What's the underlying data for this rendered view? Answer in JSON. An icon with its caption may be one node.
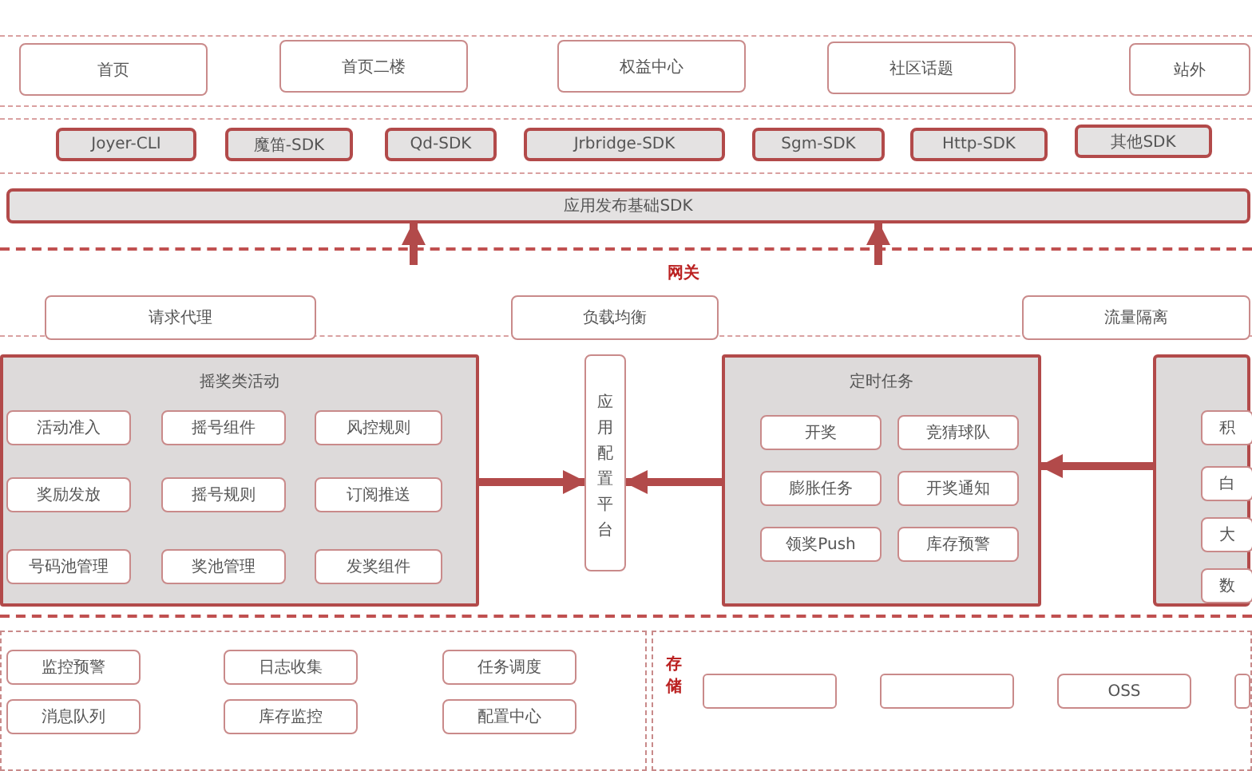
{
  "diagram": {
    "nodes": [
      {
        "text": [
          "首页"
        ]
      },
      {
        "text": [
          "首页二楼"
        ]
      },
      {
        "text": [
          "权益中心"
        ]
      },
      {
        "text": [
          "社区话题"
        ]
      },
      {
        "text": [
          "站外"
        ]
      },
      {
        "text": [
          "Joyer-CLI"
        ]
      },
      {
        "text": [
          "魔笛-SDK"
        ]
      },
      {
        "text": [
          "Qd-SDK"
        ]
      },
      {
        "text": [
          "Jrbridge-SDK"
        ]
      },
      {
        "text": [
          "Sgm-SDK"
        ]
      },
      {
        "text": [
          "Http-SDK"
        ]
      },
      {
        "text": [
          "其他SDK"
        ]
      },
      {
        "text": [
          "应用发布基础SDK"
        ]
      },
      {
        "text": [
          "请求代理"
        ]
      },
      {
        "text": [
          "负载均衡"
        ]
      },
      {
        "text": [
          "流量隔离"
        ]
      },
      {
        "text": [
          "摇奖类活动"
        ]
      },
      {
        "text": [
          "活动准入"
        ],
        "in": 16
      },
      {
        "text": [
          "摇号组件"
        ],
        "in": 16
      },
      {
        "text": [
          "风控规则"
        ],
        "in": 16
      },
      {
        "text": [
          "奖励发放"
        ],
        "in": 16
      },
      {
        "text": [
          "摇号规则"
        ],
        "in": 16
      },
      {
        "text": [
          "订阅推送"
        ],
        "in": 16
      },
      {
        "text": [
          "号码池管理"
        ],
        "in": 16
      },
      {
        "text": [
          "奖池管理"
        ],
        "in": 16
      },
      {
        "text": [
          "发奖组件"
        ],
        "in": 16
      },
      {
        "text": [
          "应用配置平台"
        ]
      },
      {
        "text": [
          "定时任务"
        ]
      },
      {
        "text": [
          "开奖"
        ],
        "in": 27
      },
      {
        "text": [
          "竞猜球队"
        ],
        "in": 27
      },
      {
        "text": [
          "膨胀任务"
        ],
        "in": 27
      },
      {
        "text": [
          "开奖通知"
        ],
        "in": 27
      },
      {
        "text": [
          "领奖Push"
        ],
        "in": 27
      },
      {
        "text": [
          "库存预警"
        ],
        "in": 27
      },
      {
        "text": [],
        "shape": "box"
      },
      {
        "text": [
          "积"
        ],
        "in": 34
      },
      {
        "text": [
          "白"
        ],
        "in": 34
      },
      {
        "text": [
          "大"
        ],
        "in": 34
      },
      {
        "text": [
          "数"
        ],
        "in": 34
      },
      {
        "text": [
          "监控预警"
        ]
      },
      {
        "text": [
          "日志收集"
        ]
      },
      {
        "text": [
          "任务调度"
        ]
      },
      {
        "text": [
          "消息队列"
        ]
      },
      {
        "text": [
          "库存监控"
        ]
      },
      {
        "text": [
          "配置中心"
        ]
      },
      {
        "text": [],
        "shape": "box"
      },
      {
        "text": [],
        "shape": "box"
      },
      {
        "text": [
          "OSS"
        ]
      },
      {
        "text": [],
        "shape": "box"
      }
    ],
    "edges": [
      {
        "from": null,
        "to": 12,
        "arrow": "to"
      },
      {
        "from": null,
        "to": 12,
        "arrow": "to"
      },
      {
        "from": 16,
        "to": 26,
        "arrow": "to"
      },
      {
        "from": 27,
        "to": 26,
        "arrow": "to"
      },
      {
        "from": 34,
        "to": 27,
        "arrow": "to"
      }
    ],
    "labels": [
      "网关",
      "存储"
    ]
  }
}
